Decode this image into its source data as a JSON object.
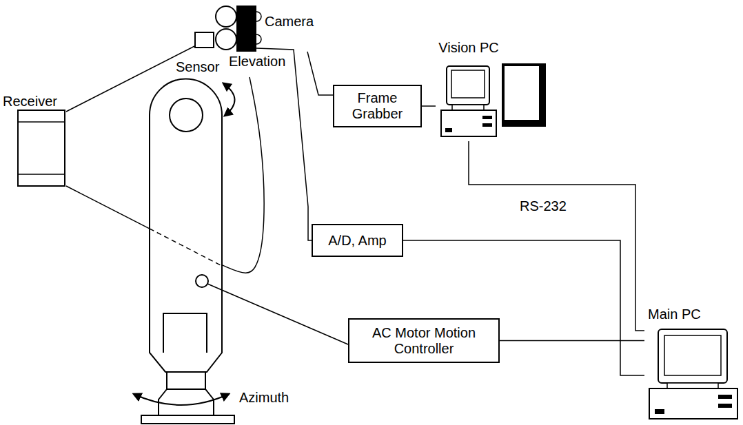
{
  "diagram": {
    "nodes": [
      {
        "text": [
          "Camera"
        ]
      },
      {
        "text": [
          "Sensor"
        ]
      },
      {
        "text": [
          "Receiver"
        ]
      },
      {
        "text": [
          "Frame Grabber"
        ]
      },
      {
        "text": [
          "Vision PC"
        ]
      },
      {
        "text": [
          "A/D, Amp"
        ]
      },
      {
        "text": [
          "AC Motor Motion Controller"
        ]
      },
      {
        "text": [
          "Main PC"
        ]
      }
    ],
    "edges": [
      {
        "from": 0,
        "to": 3,
        "arrow": "none"
      },
      {
        "from": 3,
        "to": 4,
        "arrow": "none"
      },
      {
        "from": 4,
        "to": 7,
        "label": "RS-232",
        "arrow": "none"
      },
      {
        "from": 1,
        "to": 5,
        "arrow": "none"
      },
      {
        "from": 5,
        "to": 7,
        "arrow": "none"
      },
      {
        "from": 6,
        "to": 7,
        "arrow": "none"
      },
      {
        "from": 2,
        "to": 1,
        "arrow": "none"
      }
    ],
    "labels": [
      "Elevation",
      "Azimuth"
    ]
  }
}
